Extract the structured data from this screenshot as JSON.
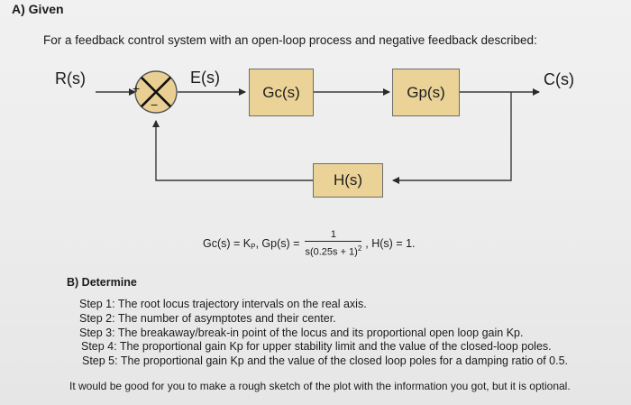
{
  "section_a": {
    "heading": "A) Given",
    "intro": "For a feedback control system with an open-loop process and negative feedback described:"
  },
  "diagram": {
    "input_label": "R(s)",
    "error_label": "E(s)",
    "output_label": "C(s)",
    "plus_sign": "+",
    "minus_sign": "−",
    "controller": "Gc(s)",
    "process": "Gp(s)",
    "feedback": "H(s)"
  },
  "equation": {
    "gc": "Gc(s) = K",
    "gc_sub": "P",
    "gp": ", Gp(s) =",
    "gp_num": "1",
    "gp_den": "s(0.25s + 1)",
    "gp_den_exp": "2",
    "h": ", H(s) = 1."
  },
  "section_b": {
    "heading": "B) Determine",
    "steps": [
      "Step 1: The root locus trajectory intervals on the real axis.",
      "Step 2: The number of asymptotes and their center.",
      "Step 3: The breakaway/break-in point of the locus and its proportional open loop gain Kp.",
      "Step 4: The proportional gain Kp for upper stability limit and the value of the closed-loop poles.",
      "Step 5: The proportional gain Kp and the value of the closed loop poles for a damping ratio of 0.5."
    ],
    "note": "It would be good for you to make a rough sketch of the plot with the information you got, but it is optional."
  }
}
